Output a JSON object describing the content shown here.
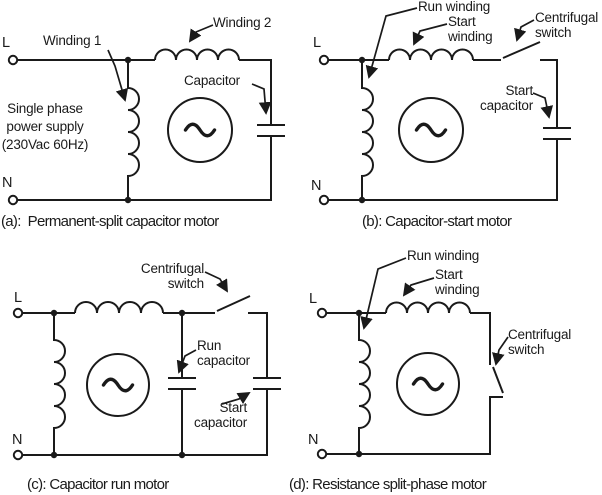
{
  "figure": {
    "background": "#ffffff",
    "line_color": "#1a1a1a",
    "diagrams": {
      "a": {
        "caption": "(a):  Permanent-split capacitor motor",
        "live_terminal": "L",
        "neutral_terminal": "N",
        "supply_note": "Single phase\npower supply\n(230Vac 60Hz)",
        "winding1_label": "Winding 1",
        "winding2_label": "Winding 2",
        "capacitor_label": "Capacitor",
        "ac_symbol": "~"
      },
      "b": {
        "caption": "(b): Capacitor-start motor",
        "live_terminal": "L",
        "neutral_terminal": "N",
        "run_winding_label": "Run winding",
        "start_winding_label": "Start\nwinding",
        "centrifugal_switch_label": "Centrifugal\nswitch",
        "start_capacitor_label": "Start\ncapacitor",
        "ac_symbol": "~"
      },
      "c": {
        "caption": "(c): Capacitor run motor",
        "live_terminal": "L",
        "neutral_terminal": "N",
        "centrifugal_switch_label": "Centrifugal\nswitch",
        "run_capacitor_label": "Run\ncapacitor",
        "start_capacitor_label": "Start\ncapacitor",
        "ac_symbol": "~"
      },
      "d": {
        "caption": "(d): Resistance split-phase motor",
        "live_terminal": "L",
        "neutral_terminal": "N",
        "run_winding_label": "Run winding",
        "start_winding_label": "Start\nwinding",
        "centrifugal_switch_label": "Centrifugal\nswitch",
        "ac_symbol": "~"
      }
    }
  }
}
